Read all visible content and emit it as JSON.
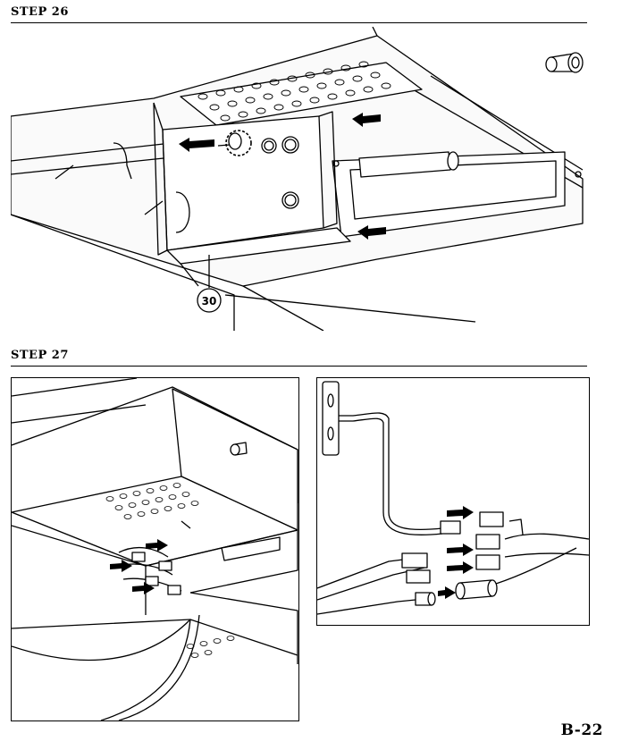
{
  "steps": [
    {
      "title": "STEP 26",
      "callout": "30"
    },
    {
      "title": "STEP 27"
    }
  ],
  "page_number": "B-22"
}
